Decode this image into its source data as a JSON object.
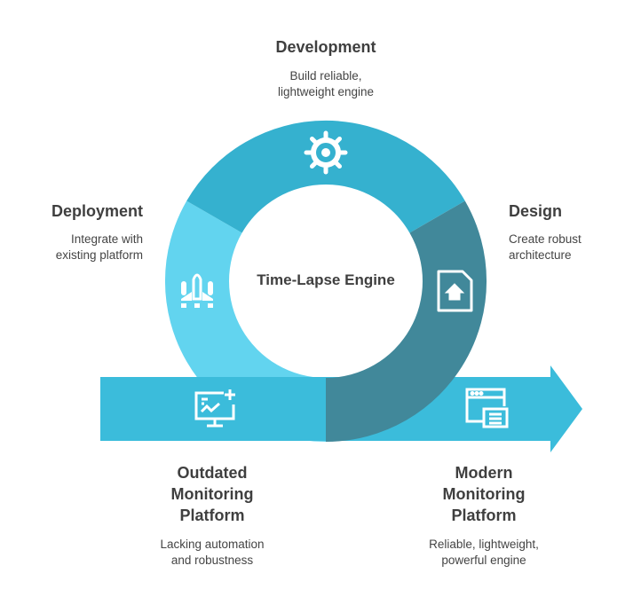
{
  "center_label": "Time-Lapse Engine",
  "stages": {
    "development": {
      "title": "Development",
      "desc": [
        "Build reliable,",
        "lightweight engine"
      ],
      "icon": "gear-icon"
    },
    "design": {
      "title": "Design",
      "desc": [
        "Create robust",
        "architecture"
      ],
      "icon": "document-home-icon"
    },
    "deployment": {
      "title": "Deployment",
      "desc": [
        "Integrate with",
        "existing platform"
      ],
      "icon": "rocket-icon"
    }
  },
  "from": {
    "title": [
      "Outdated",
      "Monitoring",
      "Platform"
    ],
    "desc": [
      "Lacking automation",
      "and robustness"
    ],
    "icon": "monitor-chart-icon"
  },
  "to": {
    "title": [
      "Modern",
      "Monitoring",
      "Platform"
    ],
    "desc": [
      "Reliable, lightweight,",
      "powerful engine"
    ],
    "icon": "browser-window-icon"
  },
  "colors": {
    "development": "#35b1cf",
    "deployment": "#62d4ef",
    "design": "#41889a",
    "arrow": "#3bbcdb"
  }
}
